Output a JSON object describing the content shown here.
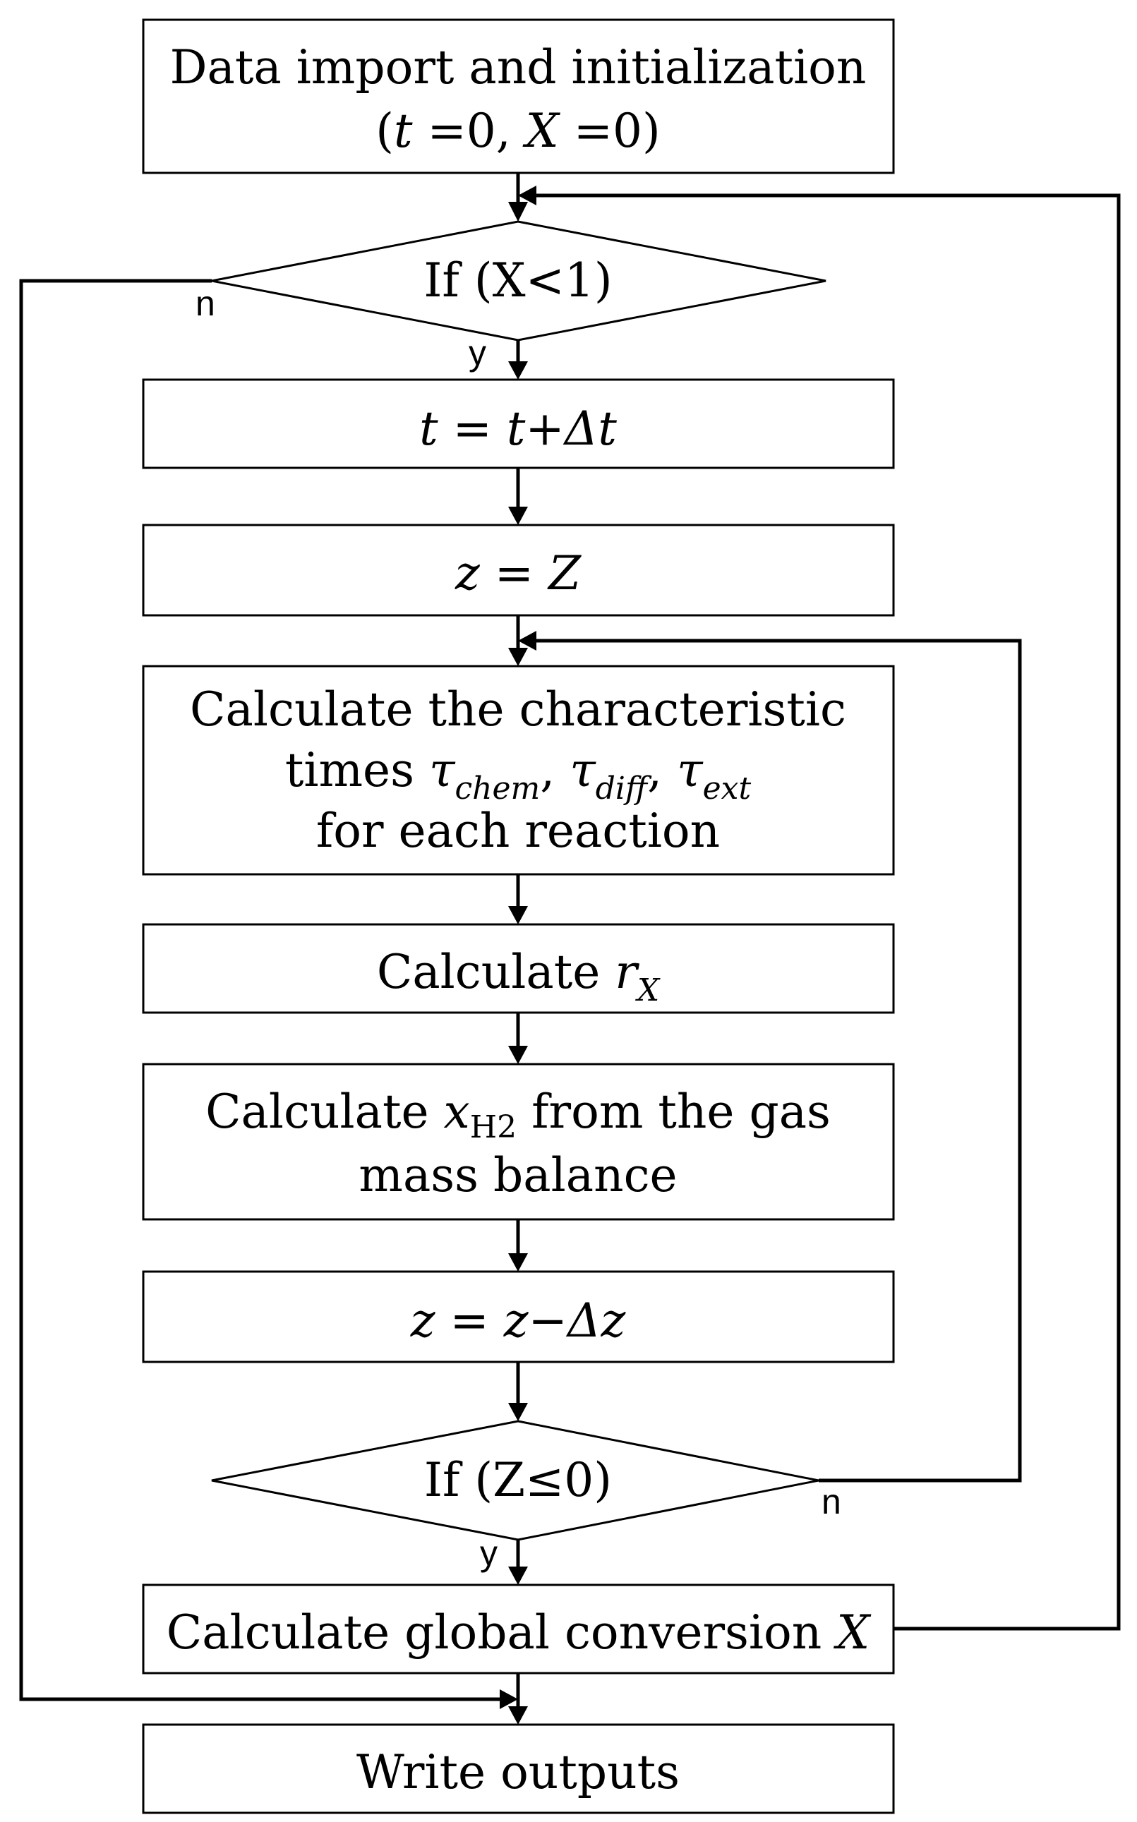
{
  "nodes": {
    "init_line1": "Data import and initialization",
    "init_open": "(",
    "init_t": "t",
    "init_eq1": " =0, ",
    "init_X": "X",
    "init_eq2": " =0)",
    "cond1": "If (X<1)",
    "step_t": "t",
    "step_eq": " = ",
    "step_t2": "t",
    "step_plus": "+",
    "step_dt": "Δt",
    "z_lhs": "z",
    "z_eq": " = ",
    "z_rhs": "Z",
    "char_line1": "Calculate the characteristic",
    "char_times": "times ",
    "tau": "τ",
    "sub_chem": "chem",
    "sub_diff": "diff",
    "sub_ext": "ext",
    "comma": ", ",
    "char_line3": "for each reaction",
    "rx_text": "Calculate ",
    "rx_r": "r",
    "rx_sub": "X",
    "xh2_text": "Calculate ",
    "xh2_x": "x",
    "xh2_sub": "H2",
    "xh2_rest": " from the gas",
    "xh2_line2": "mass balance",
    "dz_lhs": "z",
    "dz_eq": " = ",
    "dz_z": "z",
    "dz_minus": "−",
    "dz_dz": "Δz",
    "cond2": "If (Z≤0)",
    "conv_text": "Calculate global conversion ",
    "conv_X": "X",
    "write": "Write outputs"
  },
  "edge_labels": {
    "cond1_no": "n",
    "cond1_yes": "y",
    "cond2_no": "n",
    "cond2_yes": "y"
  }
}
